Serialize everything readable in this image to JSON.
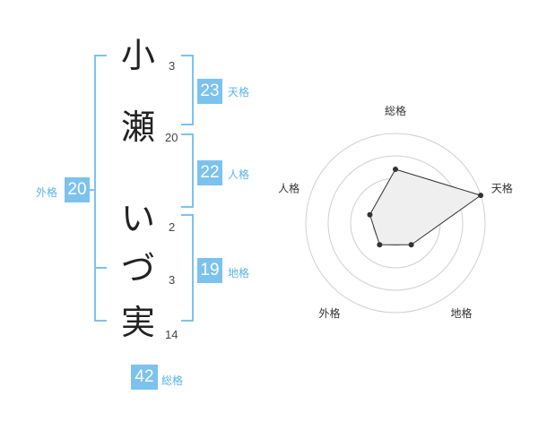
{
  "name": {
    "chars": [
      {
        "char": "小",
        "strokes": "3"
      },
      {
        "char": "瀬",
        "strokes": "20"
      },
      {
        "char": "い",
        "strokes": "2"
      },
      {
        "char": "づ",
        "strokes": "3"
      },
      {
        "char": "実",
        "strokes": "14"
      }
    ]
  },
  "kaku": {
    "tenkaku": {
      "value": "23",
      "label": "天格"
    },
    "jinkaku": {
      "value": "22",
      "label": "人格"
    },
    "chikaku": {
      "value": "19",
      "label": "地格"
    },
    "gaikaku": {
      "value": "20",
      "label": "外格"
    },
    "soukaku": {
      "value": "42",
      "label": "総格"
    }
  },
  "colors": {
    "accent": "#7cc2ee",
    "label": "#59b4e6",
    "radar_fill": "#efefef",
    "radar_grid": "#d0d0d0"
  },
  "chart_data": {
    "type": "radar",
    "axes": [
      "総格",
      "天格",
      "地格",
      "外格",
      "人格"
    ],
    "values": [
      0.6,
      1.0,
      0.3,
      0.3,
      0.3
    ],
    "range": [
      0,
      1
    ],
    "rings": 4,
    "grid": true
  }
}
